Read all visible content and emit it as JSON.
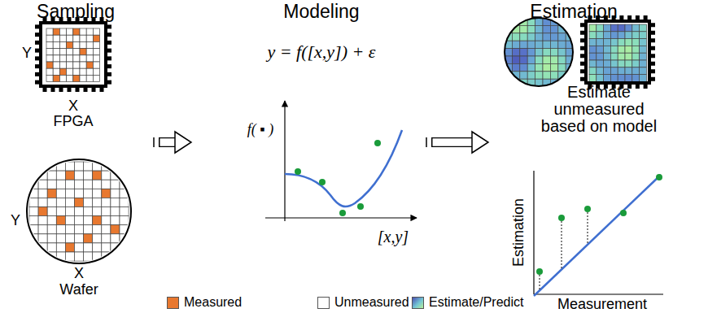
{
  "diagram": {
    "nodes": [
      {
        "text": [
          "Sampling"
        ]
      },
      {
        "text": [
          "Y",
          "X",
          "FPGA"
        ],
        "in": 0
      },
      {
        "text": [
          "Y",
          "X",
          "Wafer"
        ],
        "in": 0
      },
      {
        "text": [
          "Modeling"
        ]
      },
      {
        "text": [
          "Estimation"
        ]
      }
    ],
    "edges": [
      {
        "from": 0,
        "to": 3,
        "arrow": "to"
      },
      {
        "from": 3,
        "to": 4,
        "arrow": "to"
      }
    ],
    "labels": [
      "y = f([x,y]) + ε",
      "f( ▪ )",
      "[x,y]",
      "Estimate unmeasured based on model",
      "Estimation",
      "Measurement"
    ],
    "legend": [
      {
        "text": "Measured",
        "color": "#e8782f"
      },
      {
        "text": "Unmeasured",
        "color": "#ffffff"
      },
      {
        "text": "Estimate/Predict"
      }
    ]
  }
}
